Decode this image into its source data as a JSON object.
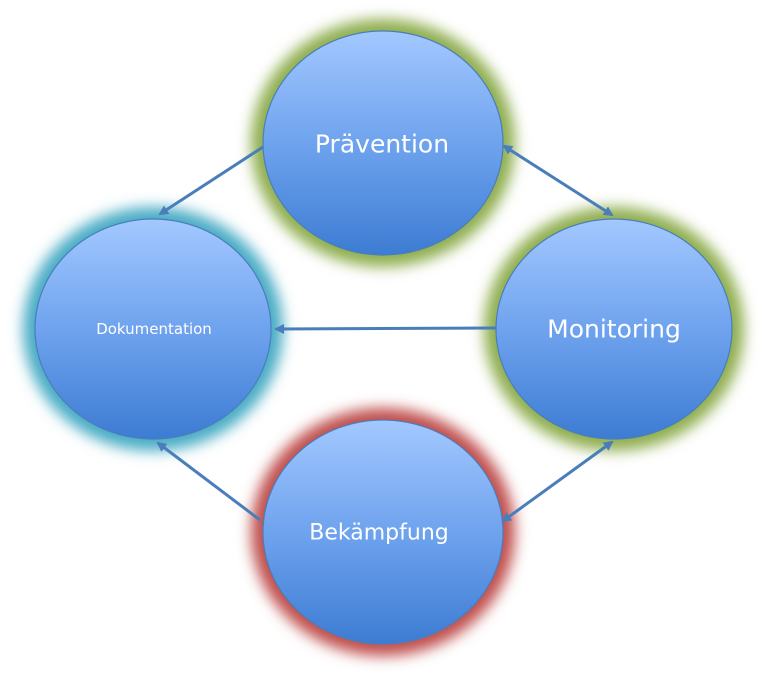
{
  "nodes": {
    "praevention": {
      "label": "Prävention",
      "glow": "#8fae4f"
    },
    "dokumentation": {
      "label": "Dokumentation",
      "glow": "#4aacc5"
    },
    "monitoring": {
      "label": "Monitoring",
      "glow": "#8fae4f"
    },
    "bekaempfung": {
      "label": "Bekämpfung",
      "glow": "#c0504d"
    }
  },
  "edges": [
    {
      "from": "praevention",
      "to": "dokumentation",
      "direction": "one-way"
    },
    {
      "from": "praevention",
      "to": "monitoring",
      "direction": "two-way"
    },
    {
      "from": "monitoring",
      "to": "dokumentation",
      "direction": "one-way"
    },
    {
      "from": "bekaempfung",
      "to": "dokumentation",
      "direction": "one-way"
    },
    {
      "from": "bekaempfung",
      "to": "monitoring",
      "direction": "two-way"
    }
  ],
  "colors": {
    "circle_top": "#9dc3ff",
    "circle_bottom": "#3f7fd6",
    "arrow": "#4a7ebb"
  }
}
